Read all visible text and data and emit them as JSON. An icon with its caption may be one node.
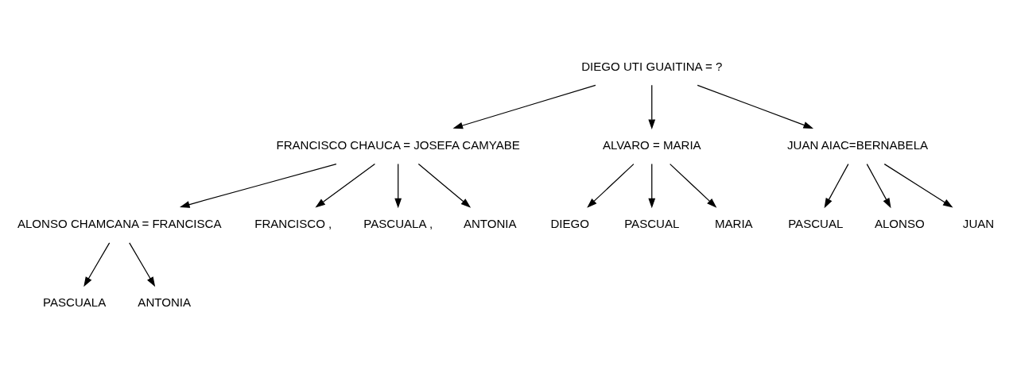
{
  "diagram": {
    "nodes": [
      {
        "text": [
          "DIEGO UTI GUAITINA = ?"
        ]
      },
      {
        "text": [
          "FRANCISCO CHAUCA = JOSEFA CAMYABE"
        ]
      },
      {
        "text": [
          "ALVARO = MARIA"
        ]
      },
      {
        "text": [
          "JUAN AIAC=BERNABELA"
        ]
      },
      {
        "text": [
          "ALONSO CHAMCANA = FRANCISCA"
        ]
      },
      {
        "text": [
          "FRANCISCO ,"
        ]
      },
      {
        "text": [
          "PASCUALA ,"
        ]
      },
      {
        "text": [
          "ANTONIA"
        ]
      },
      {
        "text": [
          "DIEGO"
        ]
      },
      {
        "text": [
          "PASCUAL"
        ]
      },
      {
        "text": [
          "MARIA"
        ]
      },
      {
        "text": [
          "PASCUAL"
        ]
      },
      {
        "text": [
          "ALONSO"
        ]
      },
      {
        "text": [
          "JUAN"
        ]
      },
      {
        "text": [
          "PASCUALA"
        ]
      },
      {
        "text": [
          "ANTONIA"
        ]
      }
    ],
    "edges": [
      {
        "from": 0,
        "to": 1,
        "arrow": "to"
      },
      {
        "from": 0,
        "to": 2,
        "arrow": "to"
      },
      {
        "from": 0,
        "to": 3,
        "arrow": "to"
      },
      {
        "from": 1,
        "to": 4,
        "arrow": "to"
      },
      {
        "from": 1,
        "to": 5,
        "arrow": "to"
      },
      {
        "from": 1,
        "to": 6,
        "arrow": "to"
      },
      {
        "from": 1,
        "to": 7,
        "arrow": "to"
      },
      {
        "from": 2,
        "to": 8,
        "arrow": "to"
      },
      {
        "from": 2,
        "to": 9,
        "arrow": "to"
      },
      {
        "from": 2,
        "to": 10,
        "arrow": "to"
      },
      {
        "from": 3,
        "to": 11,
        "arrow": "to"
      },
      {
        "from": 3,
        "to": 12,
        "arrow": "to"
      },
      {
        "from": 3,
        "to": 13,
        "arrow": "to"
      },
      {
        "from": 4,
        "to": 14,
        "arrow": "to"
      },
      {
        "from": 4,
        "to": 15,
        "arrow": "to"
      }
    ]
  }
}
